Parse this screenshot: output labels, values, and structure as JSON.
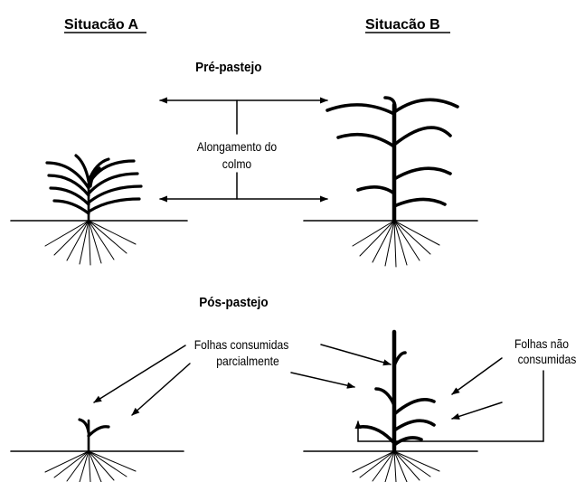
{
  "diagram": {
    "situation_a": "Situacão A",
    "situation_b": "Situacão B",
    "pre_grazing": "Pré-pastejo",
    "stem_elongation_line1": "Alongamento do",
    "stem_elongation_line2": "colmo",
    "post_grazing": "Pós-pastejo",
    "partially_consumed_line1": "Folhas consumidas",
    "partially_consumed_line2": "parcialmente",
    "not_consumed_line1": "Folhas não",
    "not_consumed_line2": "consumidas"
  }
}
